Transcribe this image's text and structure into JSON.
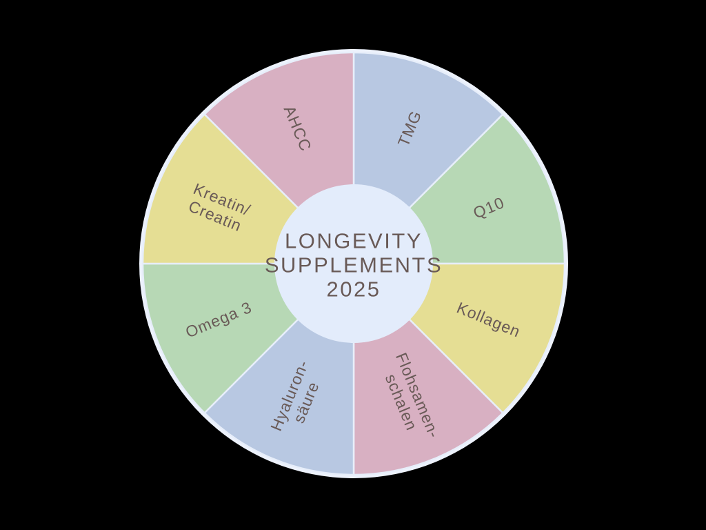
{
  "canvas": {
    "background": "#000000"
  },
  "chart_data": {
    "type": "pie",
    "title": "LONGEVITY SUPPLEMENTS 2025",
    "center_label": {
      "lines": [
        "LONGEVITY",
        "SUPPLEMENTS",
        "2025"
      ]
    },
    "legend_position": "none",
    "equal_slices": true,
    "start_angle_deg": 0,
    "categories": [
      "TMG",
      "Q10",
      "Kollagen",
      "Flohsamen-schalen",
      "Hyaluron-säure",
      "Omega 3",
      "Kreatin/Creatin",
      "AHCC"
    ],
    "values": [
      12.5,
      12.5,
      12.5,
      12.5,
      12.5,
      12.5,
      12.5,
      12.5
    ],
    "segments": [
      {
        "label": "TMG",
        "lines": [
          "TMG"
        ],
        "color": "#b8c8e2"
      },
      {
        "label": "Q10",
        "lines": [
          "Q10"
        ],
        "color": "#b7d8b5"
      },
      {
        "label": "Kollagen",
        "lines": [
          "Kollagen"
        ],
        "color": "#e5de94"
      },
      {
        "label": "Flohsamen-schalen",
        "lines": [
          "Flohsamen-",
          "schalen"
        ],
        "color": "#d8b0c2"
      },
      {
        "label": "Hyaluron-säure",
        "lines": [
          "Hyaluron-",
          "säure"
        ],
        "color": "#b8c8e2"
      },
      {
        "label": "Omega 3",
        "lines": [
          "Omega 3"
        ],
        "color": "#b7d8b5"
      },
      {
        "label": "Kreatin/Creatin",
        "lines": [
          "Kreatin/",
          "Creatin"
        ],
        "color": "#e5de94"
      },
      {
        "label": "AHCC",
        "lines": [
          "AHCC"
        ],
        "color": "#d8b0c2"
      }
    ],
    "styles": {
      "ring_color": "#edf2fc",
      "divider_color": "#e7eefa",
      "inner_circle_color": "#e3ecfb",
      "label_color": "#695a57",
      "center_text_color": "#695a57"
    }
  }
}
